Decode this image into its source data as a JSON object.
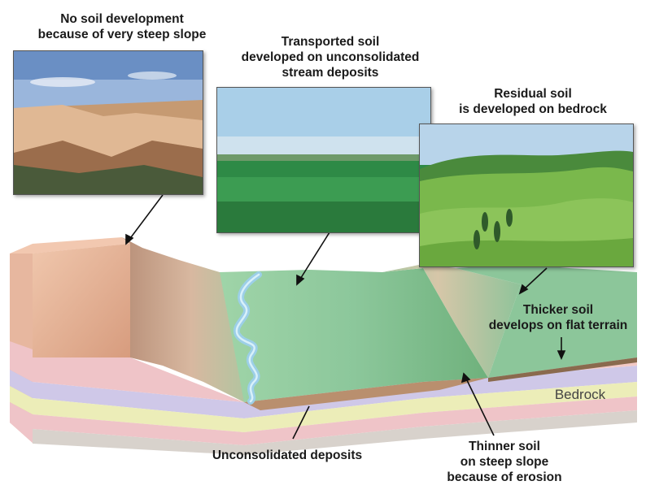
{
  "labels": {
    "steep": [
      "No soil development",
      "because of very steep slope"
    ],
    "transported": [
      "Transported soil",
      "developed on unconsolidated",
      "stream deposits"
    ],
    "residual": [
      "Residual soil",
      "is developed on bedrock"
    ],
    "thicker": [
      "Thicker soil",
      "develops on flat terrain"
    ],
    "bedrock": "Bedrock",
    "deposits": "Unconsolidated deposits",
    "thinner": [
      "Thinner soil",
      "on steep slope",
      "because of erosion"
    ]
  },
  "photos": {
    "canyon": "steep canyon cliffs",
    "cornfield": "flat corn field",
    "hills": "green rolling hills"
  },
  "colors": {
    "arrow": "#111111",
    "grass": "#7fbf8a",
    "river": "#9ccfe8",
    "rock": "#e8b89a",
    "strata_pink": "#efc4c8",
    "strata_lavender": "#cfc8e8",
    "strata_yellow": "#ecedb8"
  }
}
